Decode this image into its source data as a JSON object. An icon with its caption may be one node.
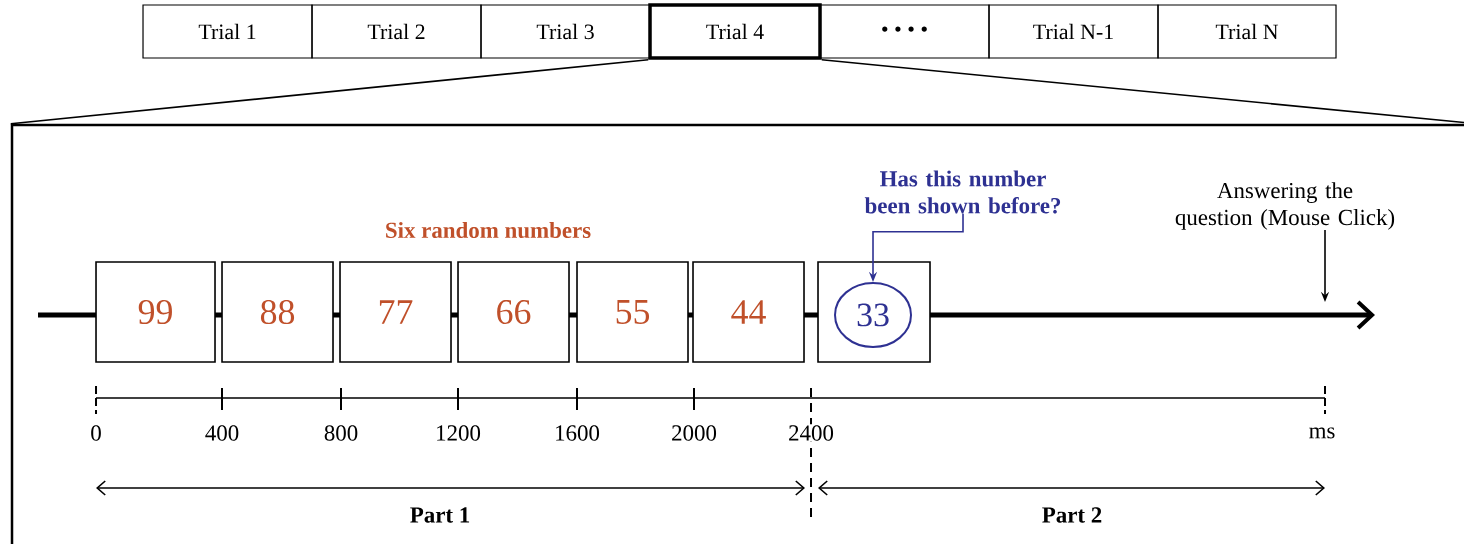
{
  "diagram": {
    "nodes": [
      {
        "text": [
          "Trial 1"
        ]
      },
      {
        "text": [
          "Trial 2"
        ]
      },
      {
        "text": [
          "Trial 3"
        ]
      },
      {
        "text": [
          "Trial 4"
        ]
      },
      {
        "text": [
          "• • • •"
        ]
      },
      {
        "text": [
          "Trial N-1"
        ]
      },
      {
        "text": [
          "Trial N"
        ]
      },
      {
        "text": [],
        "shape": "box"
      },
      {
        "text": [
          "99"
        ],
        "in": 7
      },
      {
        "text": [
          "88"
        ],
        "in": 7
      },
      {
        "text": [
          "77"
        ],
        "in": 7
      },
      {
        "text": [
          "66"
        ],
        "in": 7
      },
      {
        "text": [
          "55"
        ],
        "in": 7
      },
      {
        "text": [
          "44"
        ],
        "in": 7
      },
      {
        "text": [],
        "shape": "box",
        "in": 7
      },
      {
        "text": [
          "33"
        ],
        "in": 14
      },
      {
        "text": [
          "Has this number been shown before?"
        ],
        "in": 7
      },
      {
        "text": [
          "Answering the question (Mouse Click)"
        ],
        "in": 7
      }
    ],
    "edges": [
      {
        "from": 3,
        "to": 7,
        "arrow": "none"
      },
      {
        "from": 3,
        "to": 7,
        "arrow": "none"
      },
      {
        "from": 16,
        "to": 15,
        "arrow": "to",
        "color": "#2e3192"
      },
      {
        "from": 17,
        "to": null,
        "arrow": "to"
      }
    ],
    "labels": [
      "Six random numbers",
      "0",
      "400",
      "800",
      "1200",
      "1600",
      "2000",
      "2400",
      "ms",
      "Part 1",
      "Part 2"
    ]
  }
}
